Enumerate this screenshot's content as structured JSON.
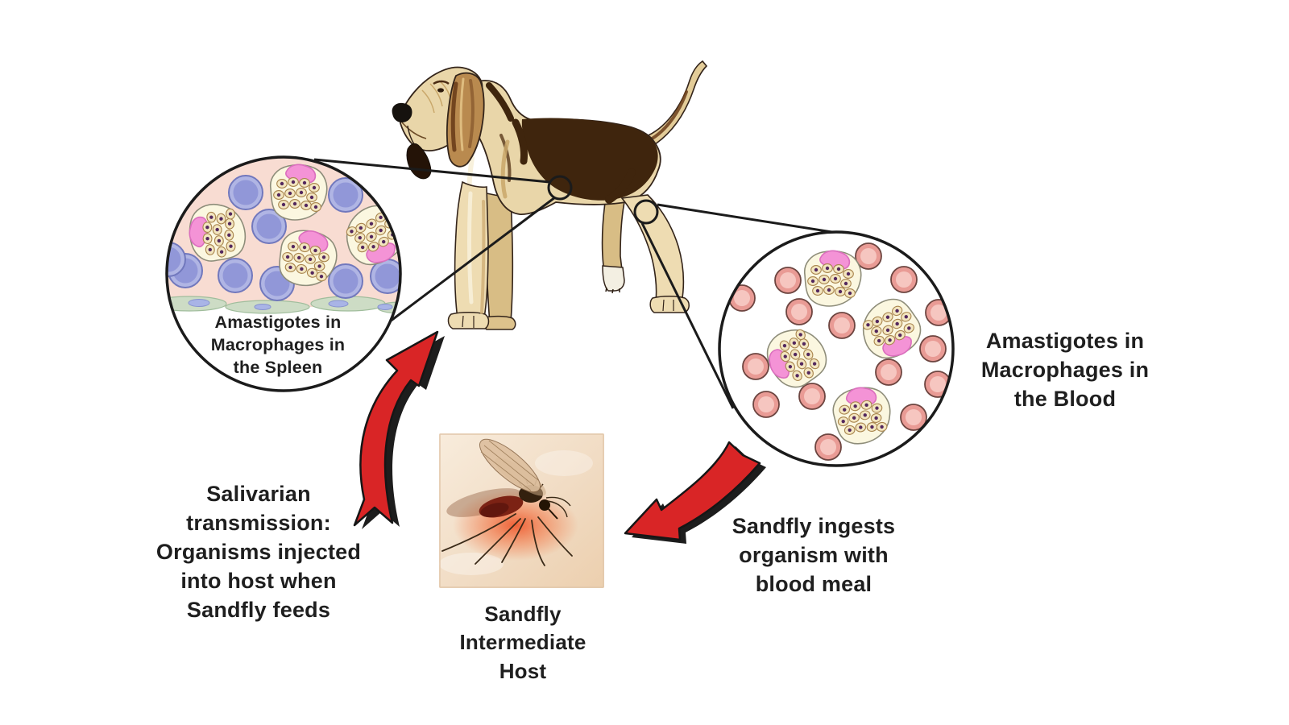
{
  "labels": {
    "spleen_inset": "Amastigotes in\nMacrophages in\nthe Spleen",
    "blood_inset": "Amastigotes in\nMacrophages in\nthe Blood",
    "salivarian_transmission": "Salivarian\ntransmission:\nOrganisms injected\ninto host when\nSandfly feeds",
    "sandfly_ingests": "Sandfly ingests\norganism with\nblood meal",
    "sandfly_host": "Sandfly\nIntermediate\nHost"
  },
  "figures": {
    "dog": "bloodhound-dog-host",
    "sandfly_photo": "sandfly-feeding-on-skin-photo",
    "spleen_circle": "microscope-inset-spleen-tissue",
    "blood_circle": "microscope-inset-blood-smear",
    "transmission_arrow": "red-arrow-sandfly-to-dog",
    "ingestion_arrow": "red-arrow-dog-to-sandfly"
  },
  "colors": {
    "arrow_red": "#d92526",
    "line_black": "#1b1b1b",
    "text": "#1f1f1f",
    "spleen_bg": "#f8dcd2",
    "tissue_green": "#cddcc5",
    "lymphocyte_outer": "#b0b5e4",
    "lymphocyte_inner": "#9197d8",
    "macrophage_fill": "#fbf7e0",
    "amastigote_fill": "#f3e6c0",
    "amastigote_dot": "#53285e",
    "nucleus_pink": "#f493d6",
    "rbc_outer": "#e99b95",
    "rbc_inner": "#f6c6c0",
    "dog_tan": "#e9d6a9",
    "dog_dark_brown": "#3f250d",
    "photo_skin": "#f1dcc4"
  }
}
